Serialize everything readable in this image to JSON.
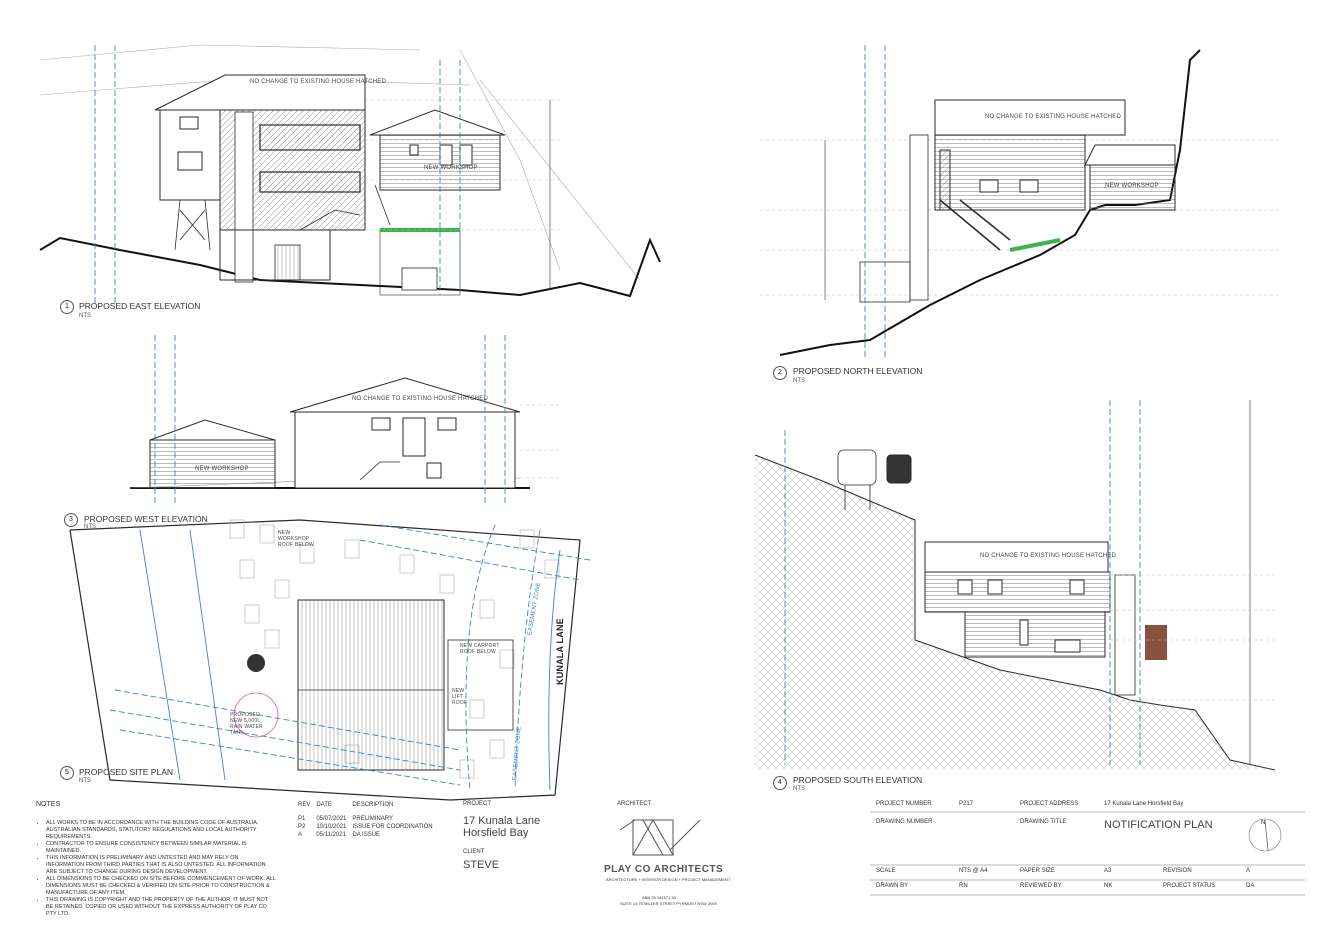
{
  "views": [
    {
      "num": "1",
      "title": "PROPOSED EAST ELEVATION",
      "scale": "NTS"
    },
    {
      "num": "2",
      "title": "PROPOSED NORTH ELEVATION",
      "scale": "NTS"
    },
    {
      "num": "3",
      "title": "PROPOSED WEST ELEVATION",
      "scale": "NTS"
    },
    {
      "num": "4",
      "title": "PROPOSED SOUTH ELEVATION",
      "scale": "NTS"
    },
    {
      "num": "5",
      "title": "PROPOSED SITE PLAN",
      "scale": "NTS"
    }
  ],
  "labels": {
    "existing_house_east": "NO CHANGE TO EXISTING HOUSE HATCHED",
    "new_workshop": "NEW WORKSHOP",
    "existing_house_north": "NO CHANGE TO EXISTING HOUSE HATCHED",
    "existing_house_west": "NO CHANGE TO EXISTING HOUSE HATCHED",
    "existing_house_south": "NO CHANGE TO EXISTING HOUSE HATCHED",
    "kunala_lane": "KUNALA LANE",
    "easement_zone": "EASEMENT ZONE",
    "proposed_tank": "PROPOSED NEW 5,000L RAIN WATER TANK",
    "new_lift_roof": "NEW LIFT ROOF",
    "new_carport_roof": "NEW CARPORT ROOF BELOW",
    "new_workshop_roof": "NEW WORKSHOP ROOF BELOW"
  },
  "notes": {
    "heading": "NOTES",
    "items": [
      "ALL WORKS TO BE IN ACCORDANCE WITH THE BUILDING CODE OF AUSTRALIA, AUSTRALIAN STANDARDS, STATUTORY REGULATIONS AND LOCAL AUTHORITY REQUIREMENTS.",
      "CONTRACTOR TO ENSURE CONSISTENCY BETWEEN SIMILAR MATERIAL IS MAINTAINED.",
      "THIS INFORMATION IS PRELIMINARY AND UNTESTED AND MAY RELY ON INFORMATION FROM THIRD PARTIES THAT IS ALSO UNTESTED. ALL INFORMATION ARE SUBJECT TO CHANGE DURING DESIGN DEVELOPMENT.",
      "ALL DIMENSIONS TO BE CHECKED ON SITE BEFORE COMMENCEMENT OF WORK. ALL DIMENSIONS MUST BE CHECKED & VERIFIED ON SITE PRIOR TO CONSTRUCTION & MANUFACTURE OF ANY ITEM.",
      "THIS DRAWING IS COPYRIGHT AND THE PROPERTY OF THE AUTHOR. IT MUST NOT BE RETAINED, COPIED OR USED WITHOUT THE EXPRESS AUTHORITY OF PLAY CO PTY LTD."
    ]
  },
  "revisions": {
    "headers": [
      "REV",
      "DATE",
      "DESCRIPTION"
    ],
    "rows": [
      [
        "P1",
        "05/07/2021",
        "PRELIMINARY"
      ],
      [
        "P2",
        "10/10/2021",
        "ISSUE FOR COORDINATION"
      ],
      [
        "A",
        "05/11/2021",
        "DA ISSUE"
      ]
    ]
  },
  "project": {
    "label": "PROJECT",
    "name_line1": "17 Kunala Lane",
    "name_line2": "Horsfield Bay",
    "client_label": "CLIENT",
    "client": "STEVE"
  },
  "architect": {
    "label": "ARCHITECT",
    "name": "PLAY CO ARCHITECTS",
    "tagline": "ARCHITECTURE + INTERIOR DESIGN + PROJECT MANAGEMENT",
    "abn": "ABN 25 161571 30",
    "address": "SUITE 14 75 MILLER STREET PYRMONT NSW 2009"
  },
  "titleblock": {
    "project_number_label": "PROJECT NUMBER",
    "project_number": "P217",
    "project_address_label": "PROJECT ADDRESS",
    "project_address": "17 Kunala Lane Horsfield Bay",
    "drawing_number_label": "DRAWING NUMBER",
    "drawing_title_label": "DRAWING TITLE",
    "drawing_title": "NOTIFICATION PLAN",
    "scale_label": "SCALE",
    "scale": "NTS @ A4",
    "paper_size_label": "PAPER SIZE",
    "paper_size": "A3",
    "revision_label": "REVISION",
    "revision": "A",
    "drawn_by_label": "DRAWN BY",
    "drawn_by": "RN",
    "reviewed_by_label": "REVIEWED BY",
    "reviewed_by": "NK",
    "project_status_label": "PROJECT STATUS",
    "project_status": "DA"
  },
  "colors": {
    "line": "#2a2a2a",
    "blue": "#3b82d6",
    "green": "#3cb44b",
    "grey": "#9a9a9a",
    "magenta": "#e060d0"
  }
}
